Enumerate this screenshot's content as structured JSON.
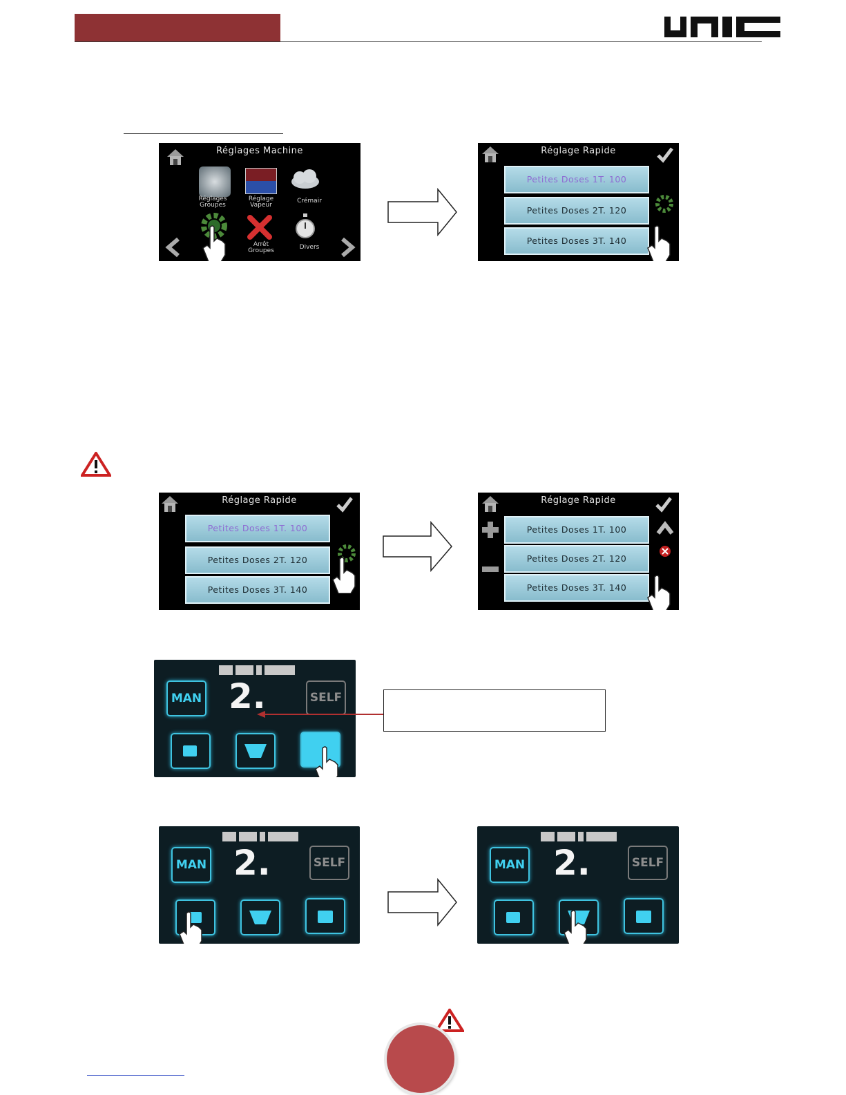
{
  "brand": {
    "logo_text": "UNIC"
  },
  "screens": {
    "settings": {
      "title": "Réglages Machine",
      "items": [
        "Réglages Groupes",
        "Réglage Vapeur",
        "Crémair",
        "Arrêt Groupes",
        "Divers"
      ]
    },
    "quick": {
      "title": "Réglage Rapide",
      "items": [
        "Petites Doses 1T. 100",
        "Petites Doses 2T. 120",
        "Petites Doses 3T. 140"
      ]
    }
  },
  "keypad": {
    "man": "MAN",
    "self": "SELF",
    "digit": "2."
  },
  "colors": {
    "accent": "#8e3234",
    "screen_button": "#9fcfde",
    "keypad_glow": "#40d0f0"
  },
  "icons": [
    "home-icon",
    "check-icon",
    "gear-icon",
    "hand-pointer-icon",
    "warning-icon",
    "arrow-right-icon",
    "chevron-left-icon",
    "chevron-right-icon",
    "plus-icon",
    "minus-icon",
    "cancel-icon",
    "cup-icon"
  ]
}
